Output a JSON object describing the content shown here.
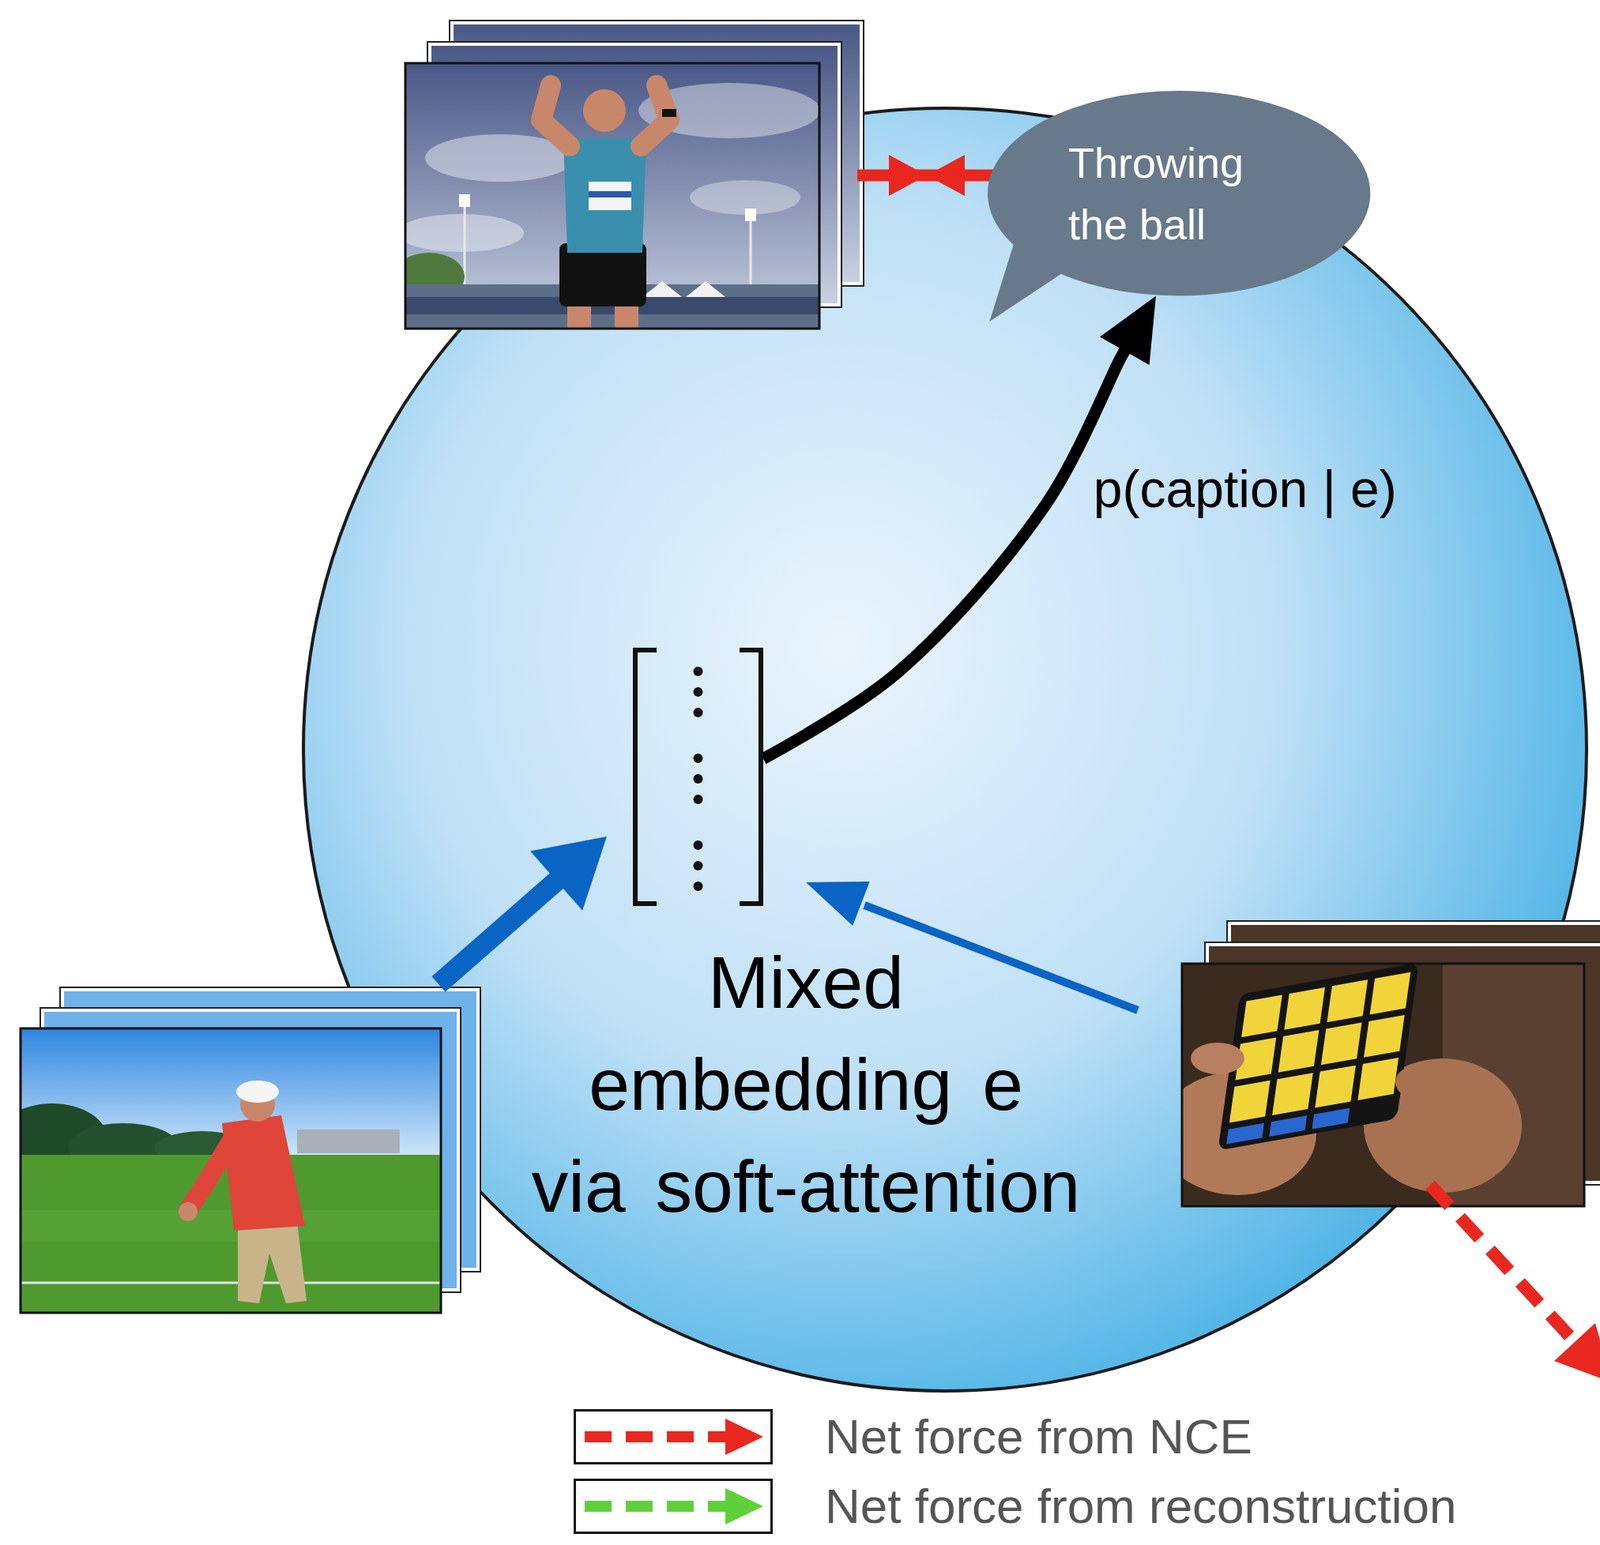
{
  "diagram": {
    "nodes": [
      {
        "text": [
          "Throwing the ball"
        ]
      },
      {
        "text": [
          "Mixed embedding e via soft-attention"
        ]
      }
    ],
    "edges": [
      {
        "from": 1,
        "to": 0,
        "arrow": "to",
        "label": "p(caption | e)"
      }
    ],
    "legend": [
      {
        "text": "Net force from NCE"
      },
      {
        "text": "Net force from reconstruction"
      }
    ]
  }
}
